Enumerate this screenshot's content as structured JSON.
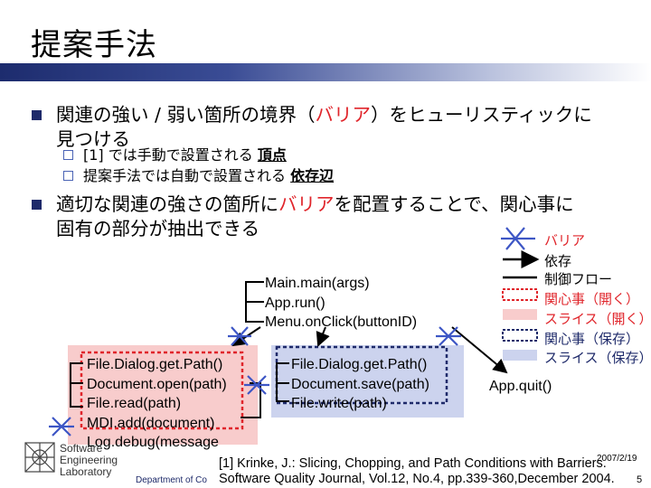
{
  "title": "提案手法",
  "bullets": [
    {
      "line1_a": "関連の強い / 弱い箇所の境界（",
      "line1_red": "バリア",
      "line1_b": "）をヒューリスティックに",
      "line2": "見つける"
    },
    {
      "line1_a": "適切な関連の強さの箇所に",
      "line1_red": "バリア",
      "line1_b": "を配置することで、関心事に",
      "line2": "固有の部分が抽出できる"
    }
  ],
  "sub_bullets": [
    {
      "text": "[1] では手動で設置される ",
      "bold": "頂点"
    },
    {
      "text": "提案手法では自動で設置される ",
      "bold": "依存辺"
    }
  ],
  "legend": {
    "barrier": "バリア",
    "dependency": "依存",
    "control_flow": "制御フロー",
    "concern_open": "関心事（開く）",
    "slice_open": "スライス（開く）",
    "concern_save": "関心事（保存）",
    "slice_save": "スライス（保存）"
  },
  "colors": {
    "red": "#e0252b",
    "navy": "#1e2a6a",
    "pink_fill": "#f8cccc",
    "blue_fill": "#ccd3ee"
  },
  "code_main": [
    "Main.main(args)",
    "App.run()",
    "Menu.onClick(buttonID)"
  ],
  "code_open": [
    "File.Dialog.get.Path()",
    "Document.open(path)",
    "File.read(path)",
    "MDI.add(document)",
    "Log.debug(message"
  ],
  "code_save": [
    "File.Dialog.get.Path()",
    "Document.save(path)",
    "File.write(path)"
  ],
  "code_quit": "App.quit()",
  "footer": {
    "reference_line1": "[1] Krinke, J.: Slicing, Chopping, and Path Conditions with Barriers.",
    "reference_line2": "Software Quality Journal, Vol.12, No.4, pp.339-360,December 2004.",
    "page_number": "5",
    "date": "2007/2/19",
    "logo_text": "Software Engineering Laboratory",
    "department": "Department of Co"
  }
}
